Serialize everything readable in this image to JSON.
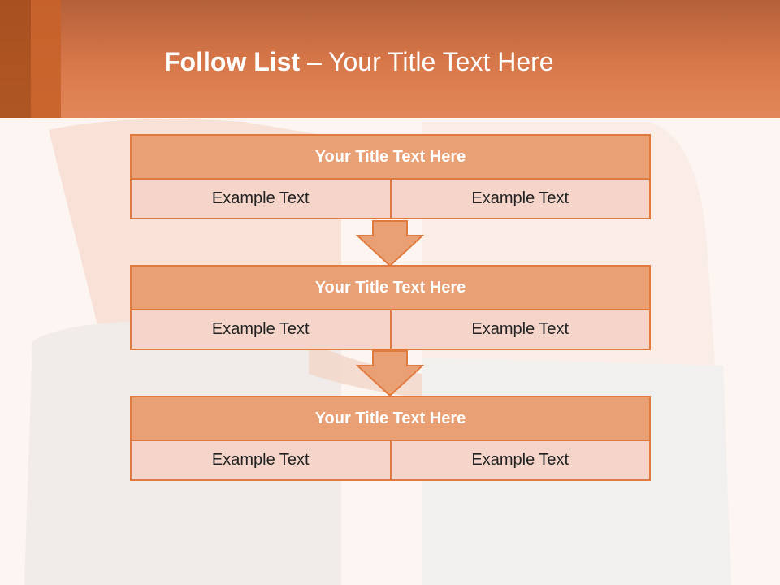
{
  "colors": {
    "header": "#d8784a",
    "accent_border": "#e07a3e",
    "title_fill": "#e8a074",
    "cell_fill": "#f5d5ca",
    "arrow_fill": "#e8a074"
  },
  "header": {
    "title_bold": "Follow List",
    "title_rest": "– Your Title Text Here"
  },
  "blocks": [
    {
      "title": "Your Title Text Here",
      "left": "Example Text",
      "right": "Example Text"
    },
    {
      "title": "Your Title Text Here",
      "left": "Example Text",
      "right": "Example Text"
    },
    {
      "title": "Your Title Text Here",
      "left": "Example Text",
      "right": "Example Text"
    }
  ],
  "icons": [
    "down-arrow-icon",
    "down-arrow-icon"
  ]
}
